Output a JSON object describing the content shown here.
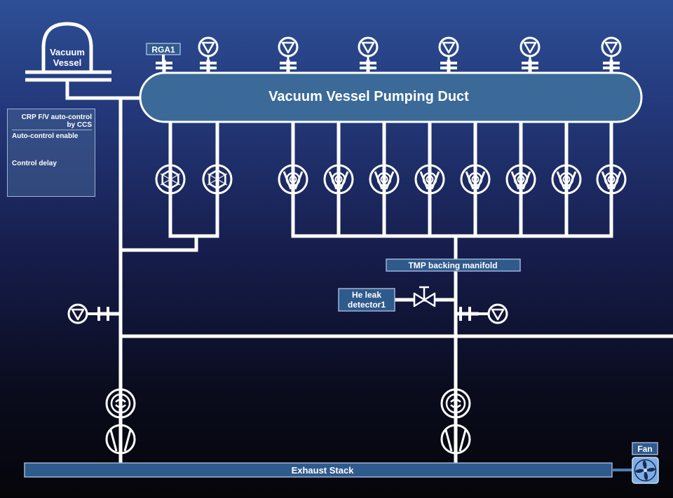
{
  "vessel": {
    "label_line1": "Vacuum",
    "label_line2": "Vessel"
  },
  "duct": {
    "label": "Vacuum Vessel Pumping Duct"
  },
  "rga": {
    "label": "RGA1"
  },
  "panel": {
    "title_line1": "CRP F/V auto-control",
    "title_line2": "by CCS",
    "row1": "Auto-control enable",
    "row2": "Control delay"
  },
  "manifold": {
    "label": "TMP backing manifold"
  },
  "he_leak": {
    "line1": "He leak",
    "line2": "detector1"
  },
  "exhaust": {
    "label": "Exhaust Stack"
  },
  "fan": {
    "label": "Fan"
  },
  "colors": {
    "background_top": "#2e4f96",
    "background_bottom": "#050509",
    "line": "#ffffff",
    "duct_fill": "#3b6a99",
    "label_box": "#2f5a8c",
    "label_border": "#9fb3d8"
  }
}
